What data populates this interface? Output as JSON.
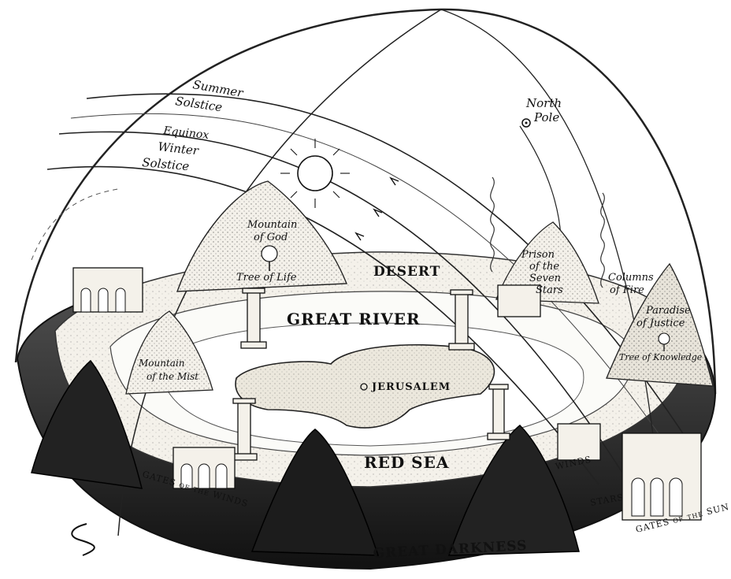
{
  "diagram": {
    "arc_labels": {
      "summer_solstice_1": "Summer",
      "summer_solstice_2": "Solstice",
      "equinox": "Equinox",
      "winter_solstice_1": "Winter",
      "winter_solstice_2": "Solstice"
    },
    "north_pole_1": "North",
    "north_pole_2": "Pole",
    "mountain_of_god_1": "Mountain",
    "mountain_of_god_2": "of God",
    "tree_of_life": "Tree of Life",
    "desert": "DESERT",
    "prison_1": "Prison",
    "prison_2": "of the",
    "prison_3": "Seven",
    "prison_4": "Stars",
    "columns_of_fire_1": "Columns",
    "columns_of_fire_2": "of Fire",
    "paradise_1": "Paradise",
    "paradise_2": "of Justice",
    "tree_of_knowledge": "Tree of Knowledge",
    "great_river": "GREAT RIVER",
    "mountain_of_mist_1": "Mountain",
    "mountain_of_mist_2": "of the Mist",
    "jerusalem": "JERUSALEM",
    "red_sea": "RED SEA",
    "gates_of_winds": "GATES of the WINDS",
    "winds": "WINDS",
    "stars": "STARS",
    "gates_of_sun": "GATES of the SUN",
    "great_darkness": "GREAT DARKNESS",
    "south_mark": "S"
  }
}
